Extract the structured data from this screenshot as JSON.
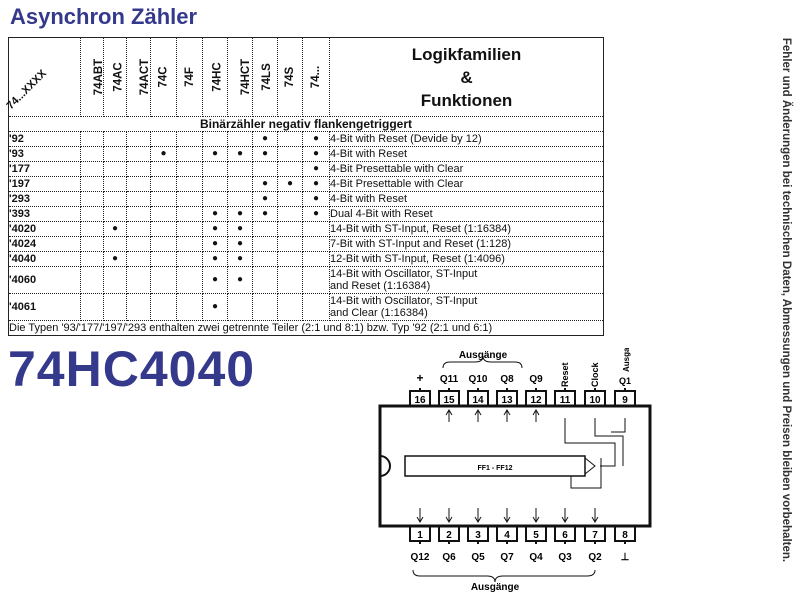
{
  "title": "Asynchron Zähler",
  "part_number": "74HC4040",
  "side_note": "Fehler und Änderungen bei technischen Daten, Abmessungen und Preisen bleiben vorbehalten.",
  "table": {
    "corner_label": "74...XXXX",
    "families": [
      "74ABT",
      "74AC",
      "74ACT",
      "74C",
      "74F",
      "74HC",
      "74HCT",
      "74LS",
      "74S",
      "74..."
    ],
    "logik_line1": "Logikfamilien",
    "logik_line2": "&",
    "logik_line3": "Funktionen",
    "section": "Binärzähler negativ flankengetriggert",
    "dot_symbol": "●",
    "rows": [
      {
        "type": "'92",
        "func1": "4-Bit with Reset (Devide by 12)",
        "func2": "",
        "dots": [
          0,
          0,
          0,
          0,
          0,
          0,
          0,
          1,
          0,
          1
        ]
      },
      {
        "type": "'93",
        "func1": "4-Bit with Reset",
        "func2": "",
        "dots": [
          0,
          0,
          0,
          1,
          0,
          1,
          1,
          1,
          0,
          1
        ]
      },
      {
        "type": "'177",
        "func1": "4-Bit Presettable with Clear",
        "func2": "",
        "dots": [
          0,
          0,
          0,
          0,
          0,
          0,
          0,
          0,
          0,
          1
        ]
      },
      {
        "type": "'197",
        "func1": "4-Bit Presettable with Clear",
        "func2": "",
        "dots": [
          0,
          0,
          0,
          0,
          0,
          0,
          0,
          1,
          1,
          1
        ]
      },
      {
        "type": "'293",
        "func1": "4-Bit with Reset",
        "func2": "",
        "dots": [
          0,
          0,
          0,
          0,
          0,
          0,
          0,
          1,
          0,
          1
        ]
      },
      {
        "type": "'393",
        "func1": "Dual 4-Bit with Reset",
        "func2": "",
        "dots": [
          0,
          0,
          0,
          0,
          0,
          1,
          1,
          1,
          0,
          1
        ]
      },
      {
        "type": "'4020",
        "func1": "14-Bit with ST-Input, Reset (1:16384)",
        "func2": "",
        "dots": [
          0,
          1,
          0,
          0,
          0,
          1,
          1,
          0,
          0,
          0
        ]
      },
      {
        "type": "'4024",
        "func1": "7-Bit with ST-Input and Reset (1:128)",
        "func2": "",
        "dots": [
          0,
          0,
          0,
          0,
          0,
          1,
          1,
          0,
          0,
          0
        ]
      },
      {
        "type": "'4040",
        "func1": "12-Bit with ST-Input, Reset (1:4096)",
        "func2": "",
        "dots": [
          0,
          1,
          0,
          0,
          0,
          1,
          1,
          0,
          0,
          0
        ]
      },
      {
        "type": "'4060",
        "func1": "14-Bit with Oscillator, ST-Input",
        "func2": "and Reset (1:16384)",
        "dots": [
          0,
          0,
          0,
          0,
          0,
          1,
          1,
          0,
          0,
          0
        ]
      },
      {
        "type": "'4061",
        "func1": "14-Bit with Oscillator, ST-Input",
        "func2": "and Clear (1:16384)",
        "dots": [
          0,
          0,
          0,
          0,
          0,
          1,
          0,
          0,
          0,
          0
        ]
      }
    ],
    "footnote": "Die Typen '93/'177/'197/'293 enthalten zwei getrennte Teiler (2:1 und 8:1) bzw. Typ '92 (2:1 und 6:1)"
  },
  "pinout": {
    "top_group_label": "Ausgänge",
    "bottom_group_label": "Ausgänge",
    "top_pins": [
      {
        "num": "16",
        "label": "+"
      },
      {
        "num": "15",
        "label": "Q11"
      },
      {
        "num": "14",
        "label": "Q10"
      },
      {
        "num": "13",
        "label": "Q8"
      },
      {
        "num": "12",
        "label": "Q9"
      },
      {
        "num": "11",
        "label": "Reset"
      },
      {
        "num": "10",
        "label": "Clock"
      },
      {
        "num": "9",
        "label": "Q1"
      }
    ],
    "bottom_pins": [
      {
        "num": "1",
        "label": "Q12"
      },
      {
        "num": "2",
        "label": "Q6"
      },
      {
        "num": "3",
        "label": "Q5"
      },
      {
        "num": "4",
        "label": "Q7"
      },
      {
        "num": "5",
        "label": "Q4"
      },
      {
        "num": "6",
        "label": "Q3"
      },
      {
        "num": "7",
        "label": "Q2"
      },
      {
        "num": "8",
        "label": "⊥"
      }
    ],
    "q1_output_label": "Ausgang",
    "flipflop_label": "FF1 - FF12"
  }
}
